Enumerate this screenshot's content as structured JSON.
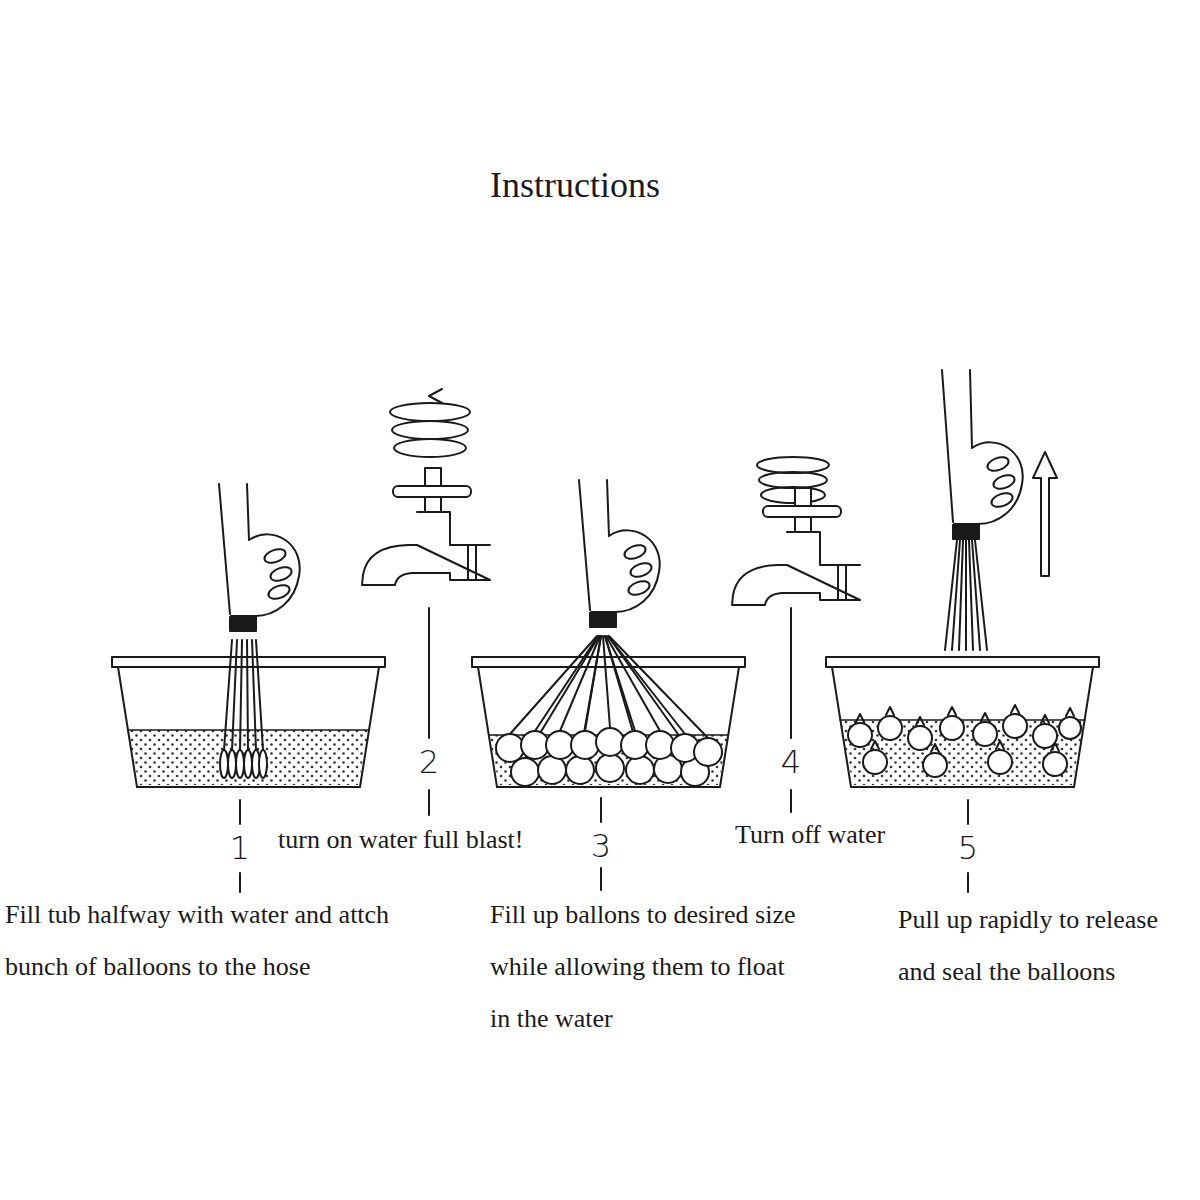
{
  "diagram": {
    "title": "Instructions",
    "labels": [
      "1",
      "Fill tub halfway with water and attch bunch of balloons to the hose",
      "2",
      "turn on water full blast!",
      "3",
      "Fill up ballons to desired size while allowing them to float in the water",
      "4",
      "Turn off water",
      "5",
      "Pull up rapidly to release and seal the balloons"
    ]
  }
}
